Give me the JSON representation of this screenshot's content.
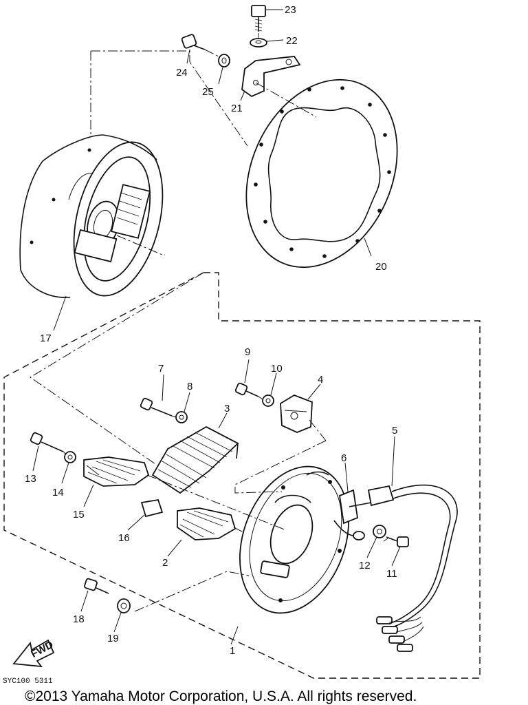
{
  "labels": {
    "p1": "1",
    "p2": "2",
    "p3": "3",
    "p4": "4",
    "p5": "5",
    "p6": "6",
    "p7": "7",
    "p8": "8",
    "p9": "9",
    "p10": "10",
    "p11": "11",
    "p12": "12",
    "p13": "13",
    "p14": "14",
    "p15": "15",
    "p16": "16",
    "p17": "17",
    "p18": "18",
    "p19": "19",
    "p20": "20",
    "p21": "21",
    "p22": "22",
    "p23": "23",
    "p24": "24",
    "p25": "25"
  },
  "arrow_text": "FWD",
  "diagram_code": "SYC100 5311",
  "copyright": "©2013 Yamaha Motor Corporation, U.S.A. All rights reserved."
}
